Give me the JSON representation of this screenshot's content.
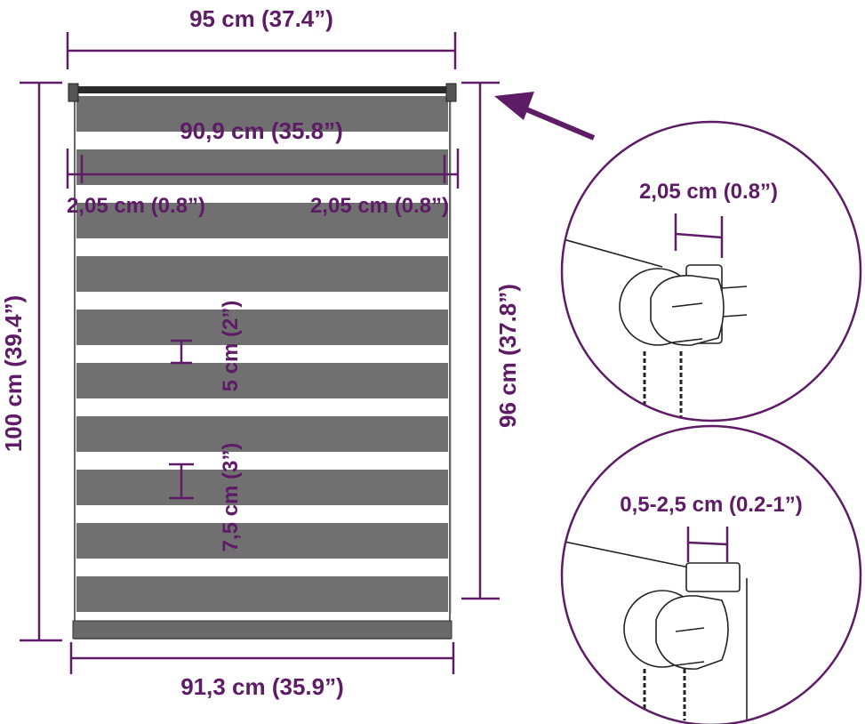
{
  "dimensions": {
    "top_width": "95 cm (37.4”)",
    "inner_width": "90,9 cm (35.8”)",
    "left_offset": "2,05 cm (0.8”)",
    "right_offset": "2,05 cm (0.8”)",
    "total_height": "100 cm (39.4”)",
    "fabric_height": "96 cm (37.8”)",
    "bottom_width": "91,3 cm (35.9”)",
    "stripe_small": "5 cm (2”)",
    "stripe_large": "7,5 cm (3”)"
  },
  "details": {
    "bracket_depth": "2,05 cm (0.8”)",
    "clamp_range": "0,5-2,5 cm (0.2-1”)"
  },
  "colors": {
    "accent": "#5e1b66",
    "fabric_dark": "#707070",
    "fabric_light": "#ffffff",
    "outline": "#333333"
  }
}
